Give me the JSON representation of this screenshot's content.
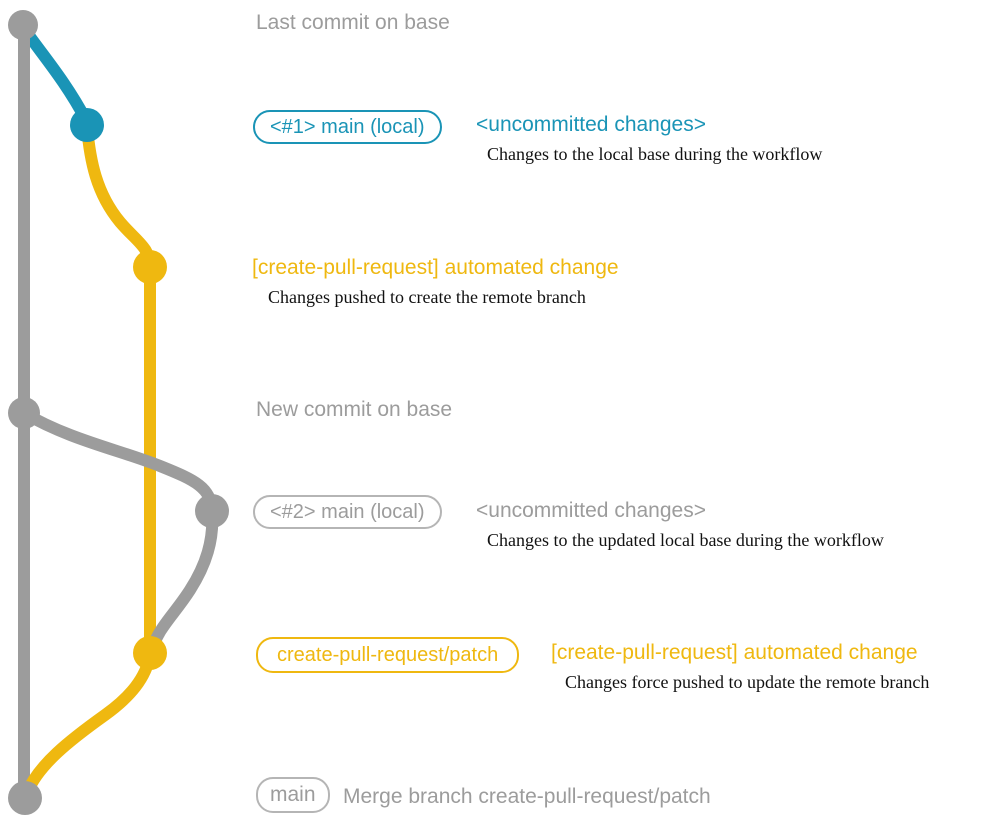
{
  "colors": {
    "blue": "#1a94b6",
    "yellow": "#efb810",
    "gray": "#9c9c9c",
    "grayborder": "#b5b5b5"
  },
  "labels": {
    "last_commit": "Last commit on base",
    "new_commit": "New commit on base",
    "merge_commit": "Merge branch create-pull-request/patch"
  },
  "badges": {
    "main_local_1": "<#1> main (local)",
    "main_local_2": "<#2> main (local)",
    "cpr_patch": "create-pull-request/patch",
    "main": "main"
  },
  "annotations": {
    "uncommitted_1": "<uncommitted changes>",
    "uncommitted_2": "<uncommitted changes>",
    "automated_1": "[create-pull-request] automated change",
    "automated_2": "[create-pull-request] automated change"
  },
  "captions": {
    "local_base": "Changes to the local base during the workflow",
    "pushed_create": "Changes pushed to create the remote branch",
    "updated_local_base": "Changes to the updated local base during the workflow",
    "force_pushed": "Changes force pushed to update the remote branch"
  }
}
